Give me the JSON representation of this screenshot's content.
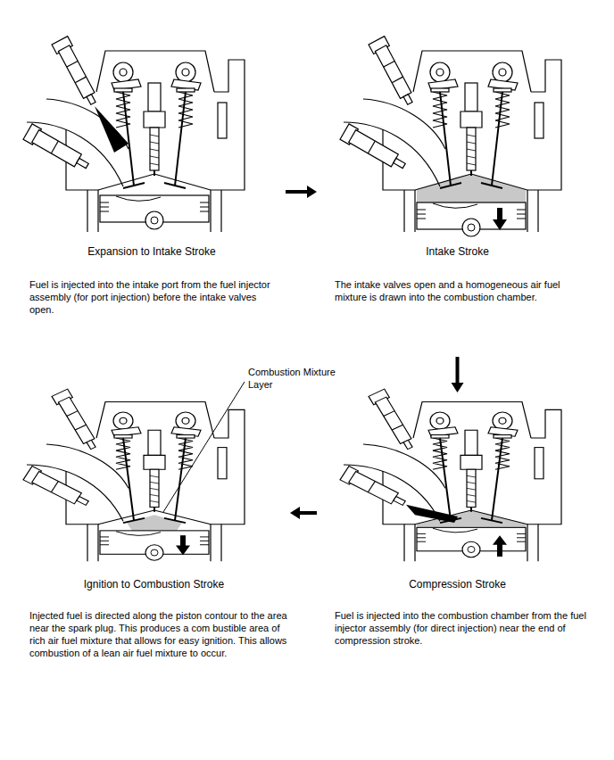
{
  "diagram": {
    "nodes": [
      {
        "text": [
          "Expansion to Intake Stroke",
          "Fuel is injected into the intake port from the fuel injector assembly (for port injection) before the intake valves open."
        ]
      },
      {
        "text": [
          "Intake Stroke",
          "The intake valves open and a homogeneous air fuel mixture is drawn into the combustion chamber."
        ]
      },
      {
        "text": [
          "Ignition to Combustion Stroke",
          "Injected fuel is directed along the piston contour to the area near the spark plug. This produces a com bustible area of rich air fuel mixture that allows for easy ignition. This allows combustion of a lean air fuel mixture to occur."
        ]
      },
      {
        "text": [
          "Compression Stroke",
          "Fuel is injected into the combustion chamber from the fuel injector assembly (for direct injection) near the end of compression stroke."
        ]
      }
    ],
    "edges": [
      {
        "from": 0,
        "to": 1,
        "arrow": "to"
      },
      {
        "from": 1,
        "to": 3,
        "arrow": "to"
      },
      {
        "from": 3,
        "to": 2,
        "arrow": "to"
      }
    ],
    "labels": [
      "Combustion Mixture Layer"
    ]
  }
}
